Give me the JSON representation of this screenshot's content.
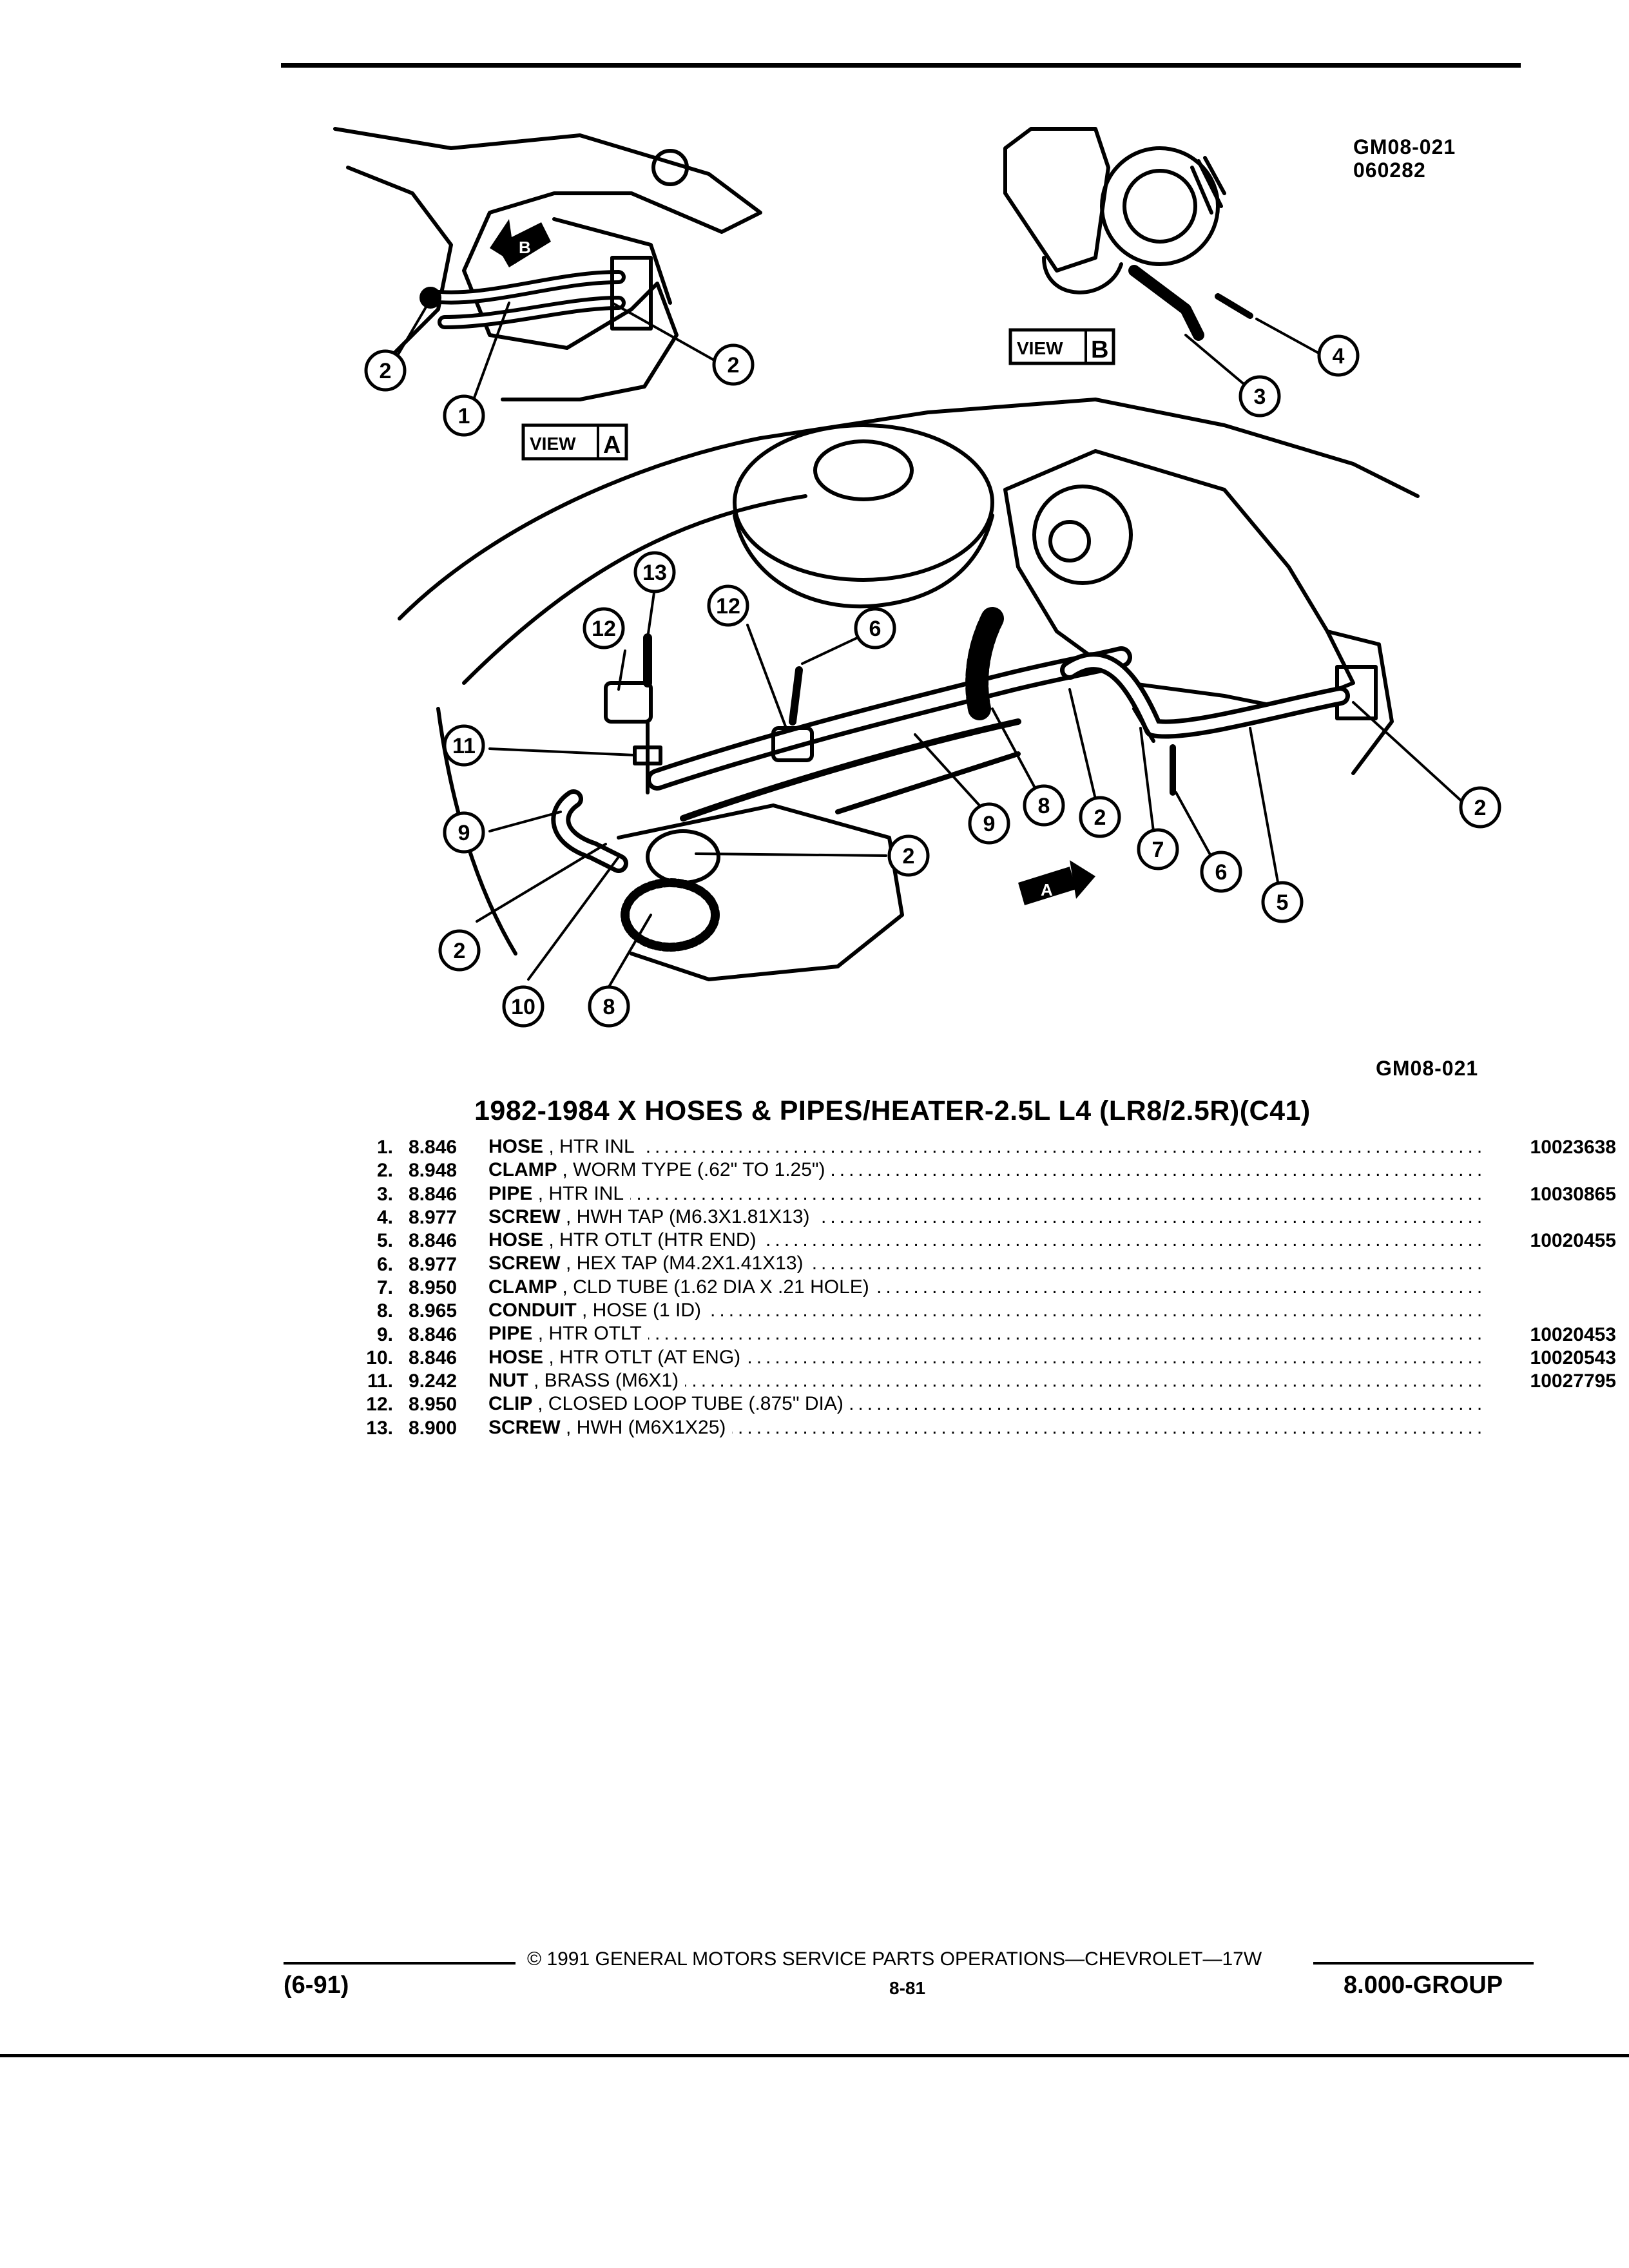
{
  "figure": {
    "code_top_line1": "GM08-021",
    "code_top_line2": "060282",
    "code_bottom": "GM08-021",
    "view_a_label": "VIEW",
    "view_a_letter": "A",
    "view_b_label": "VIEW",
    "view_b_letter": "B",
    "arrow_a_letter": "A",
    "arrow_b_letter": "B",
    "callouts": [
      "1",
      "2",
      "3",
      "4",
      "5",
      "6",
      "7",
      "8",
      "9",
      "10",
      "11",
      "12",
      "13"
    ]
  },
  "title": "1982-1984 X HOSES & PIPES/HEATER-2.5L L4 (LR8/2.5R)(C41)",
  "parts": [
    {
      "num": "1.",
      "group": "8.846",
      "name": "HOSE",
      "desc": ", HTR INL",
      "part_no": "10023638"
    },
    {
      "num": "2.",
      "group": "8.948",
      "name": "CLAMP",
      "desc": ", WORM TYPE (.62\" TO 1.25\")",
      "part_no": ""
    },
    {
      "num": "3.",
      "group": "8.846",
      "name": "PIPE",
      "desc": ", HTR INL",
      "part_no": "10030865"
    },
    {
      "num": "4.",
      "group": "8.977",
      "name": "SCREW",
      "desc": ", HWH TAP (M6.3X1.81X13)",
      "part_no": ""
    },
    {
      "num": "5.",
      "group": "8.846",
      "name": "HOSE",
      "desc": ", HTR OTLT (HTR END)",
      "part_no": "10020455"
    },
    {
      "num": "6.",
      "group": "8.977",
      "name": "SCREW",
      "desc": ", HEX TAP (M4.2X1.41X13)",
      "part_no": ""
    },
    {
      "num": "7.",
      "group": "8.950",
      "name": "CLAMP",
      "desc": ", CLD TUBE (1.62 DIA X .21 HOLE)",
      "part_no": ""
    },
    {
      "num": "8.",
      "group": "8.965",
      "name": "CONDUIT",
      "desc": ", HOSE (1 ID)",
      "part_no": ""
    },
    {
      "num": "9.",
      "group": "8.846",
      "name": "PIPE",
      "desc": ", HTR OTLT",
      "part_no": "10020453"
    },
    {
      "num": "10.",
      "group": "8.846",
      "name": "HOSE",
      "desc": ", HTR OTLT (AT ENG)",
      "part_no": "10020543"
    },
    {
      "num": "11.",
      "group": "9.242",
      "name": "NUT",
      "desc": ", BRASS (M6X1)",
      "part_no": "10027795"
    },
    {
      "num": "12.",
      "group": "8.950",
      "name": "CLIP",
      "desc": ", CLOSED LOOP TUBE (.875\" DIA)",
      "part_no": ""
    },
    {
      "num": "13.",
      "group": "8.900",
      "name": "SCREW",
      "desc": ", HWH (M6X1X25)",
      "part_no": ""
    }
  ],
  "footer": {
    "copyright": "© 1991 GENERAL MOTORS SERVICE PARTS OPERATIONS—CHEVROLET—17W",
    "date_code": "(6-91)",
    "page_number": "8-81",
    "group": "8.000-GROUP"
  }
}
